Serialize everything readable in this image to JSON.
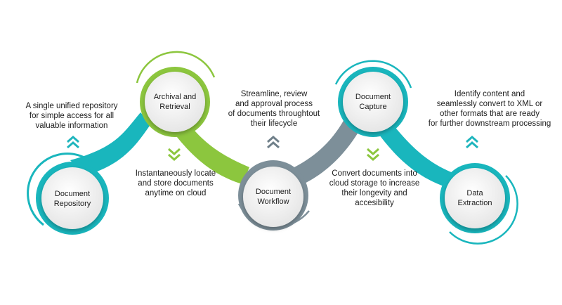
{
  "colors": {
    "teal": "#19b6bd",
    "green": "#8cc63e",
    "gray": "#7d8f99",
    "node_fill": "#f4f4f4",
    "arrow_teal": "#1fb5bd",
    "arrow_gray": "#6f7f89",
    "arrow_green": "#8cc63e"
  },
  "nodes": [
    {
      "id": "document-repository",
      "label": "Document\nRepository"
    },
    {
      "id": "archival-and-retrieval",
      "label": "Archival and\nRetrieval"
    },
    {
      "id": "document-workflow",
      "label": "Document\nWorkflow"
    },
    {
      "id": "document-capture",
      "label": "Document\nCapture"
    },
    {
      "id": "data-extraction",
      "label": "Data\nExtraction"
    }
  ],
  "descriptions": [
    {
      "id": "repository",
      "text": "A single unified repository\nfor simple access for all\nvaluable information",
      "arrow": "chevron-up-icon"
    },
    {
      "id": "archival",
      "text": "Instantaneously locate\nand store documents\nanytime on cloud",
      "arrow": "chevron-down-icon"
    },
    {
      "id": "workflow",
      "text": "Streamline, review\nand approval process\nof documents throughtout\ntheir lifecycle",
      "arrow": "chevron-up-icon"
    },
    {
      "id": "capture",
      "text": "Convert documents into\ncloud storage to increase\ntheir longevity and\naccesibility",
      "arrow": "chevron-down-icon"
    },
    {
      "id": "extraction",
      "text": "Identify content and\nseamlessly convert to XML or\nother formats that are ready\nfor further downstream processing",
      "arrow": "chevron-up-icon"
    }
  ]
}
